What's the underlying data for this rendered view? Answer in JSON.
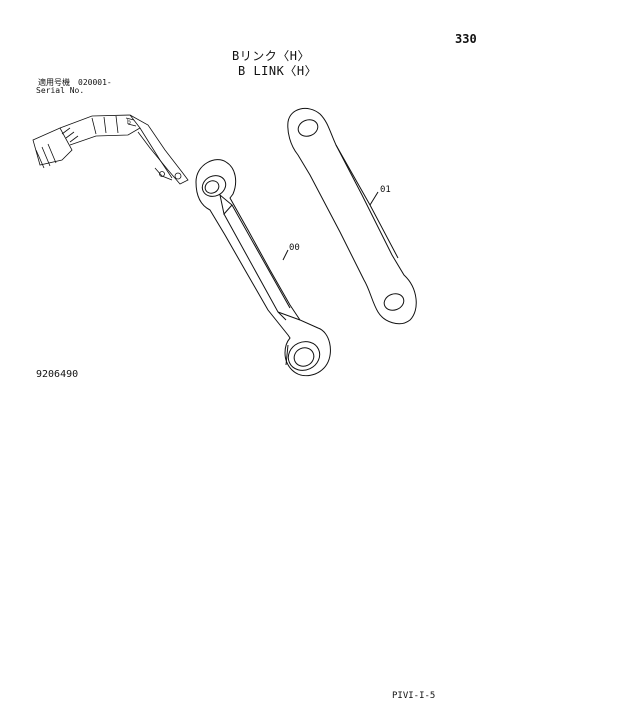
{
  "header": {
    "page_number": "330",
    "title_jp": "Bリンク〈H〉",
    "title_en": "B LINK〈H〉"
  },
  "serial": {
    "label_jp": "適用号機　020001-",
    "label_en": "Serial No."
  },
  "parts": [
    {
      "callout": "00"
    },
    {
      "callout": "01"
    }
  ],
  "figure_number": "9206490",
  "footer_code": "PIVI-I-5"
}
